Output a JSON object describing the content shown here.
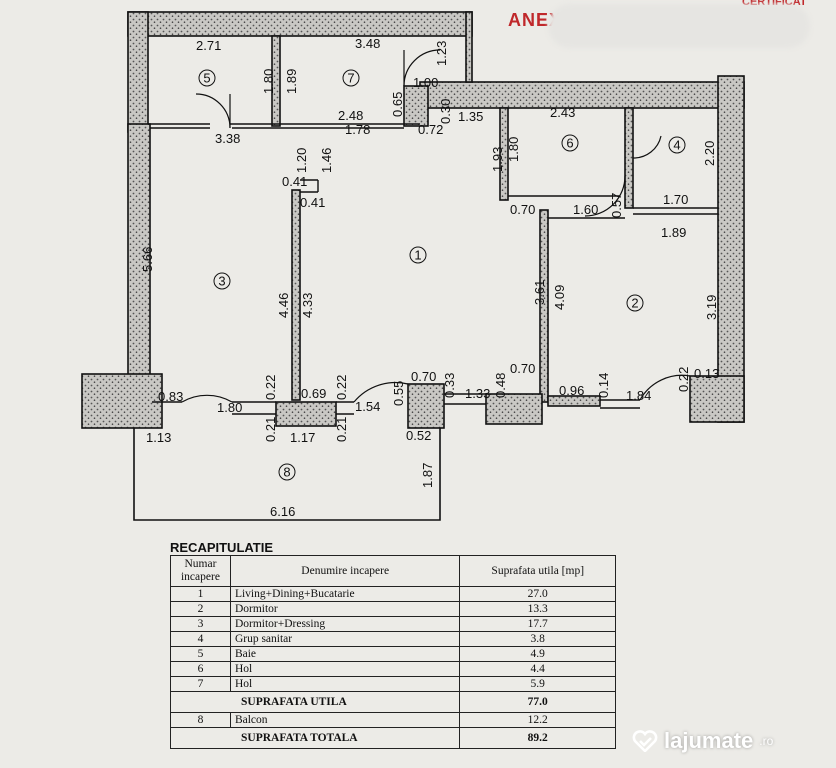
{
  "header": {
    "stamp": "ANEXA",
    "stamp_right": "CERTIFICAT"
  },
  "rooms": [
    {
      "id": "1",
      "num": "1"
    },
    {
      "id": "2",
      "num": "2"
    },
    {
      "id": "3",
      "num": "3"
    },
    {
      "id": "4",
      "num": "4"
    },
    {
      "id": "5",
      "num": "5"
    },
    {
      "id": "6",
      "num": "6"
    },
    {
      "id": "7",
      "num": "7"
    },
    {
      "id": "8",
      "num": "8"
    }
  ],
  "dimensions": {
    "d271": "2.71",
    "d348": "3.48",
    "d123": "1.23",
    "d180a": "1.80",
    "d189a": "1.89",
    "d100": "1.00",
    "d065": "0.65",
    "d248": "2.48",
    "d030": "0.30",
    "d338": "3.38",
    "d178": "1.78",
    "d072": "0.72",
    "d135": "1.35",
    "d243": "2.43",
    "d120": "1.20",
    "d146": "1.46",
    "d041a": "0.41",
    "d041b": "0.41",
    "d193": "1.93",
    "d180b": "1.80",
    "d220": "2.20",
    "d070a": "0.70",
    "d160": "1.60",
    "d057": "0.57",
    "d170": "1.70",
    "d189b": "1.89",
    "d566": "5.66",
    "d446": "4.46",
    "d433": "4.33",
    "d361": "3.61",
    "d409": "4.09",
    "d319": "3.19",
    "d070b": "0.70",
    "d033": "0.33",
    "d070c": "0.70",
    "d083": "0.83",
    "d180c": "1.80",
    "d022a": "0.22",
    "d069": "0.69",
    "d022b": "0.22",
    "d154": "1.54",
    "d055": "0.55",
    "d133": "1.33",
    "d048": "0.48",
    "d096": "0.96",
    "d014": "0.14",
    "d184": "1.84",
    "d022c": "0.22",
    "d013": "0.13",
    "d113": "1.13",
    "d021a": "0.21",
    "d117": "1.17",
    "d021b": "0.21",
    "d052": "0.52",
    "d187": "1.87",
    "d616": "6.16"
  },
  "recap": {
    "title": "RECAPITULATIE",
    "col1": "Numar incapere",
    "col2": "Denumire incapere",
    "col3": "Suprafata utila [mp]",
    "rows": [
      {
        "num": "1",
        "name": "Living+Dining+Bucatarie",
        "area": "27.0"
      },
      {
        "num": "2",
        "name": "Dormitor",
        "area": "13.3"
      },
      {
        "num": "3",
        "name": "Dormitor+Dressing",
        "area": "17.7"
      },
      {
        "num": "4",
        "name": "Grup sanitar",
        "area": "3.8"
      },
      {
        "num": "5",
        "name": "Baie",
        "area": "4.9"
      },
      {
        "num": "6",
        "name": "Hol",
        "area": "4.4"
      },
      {
        "num": "7",
        "name": "Hol",
        "area": "5.9"
      }
    ],
    "util_label": "SUPRAFATA UTILA",
    "util_value": "77.0",
    "balcon": {
      "num": "8",
      "name": "Balcon",
      "area": "12.2"
    },
    "total_label": "SUPRAFATA TOTALA",
    "total_value": "89.2"
  },
  "watermark": {
    "brand": "lajumate",
    "tld": ".ro",
    "icon": "heart-check-icon"
  }
}
